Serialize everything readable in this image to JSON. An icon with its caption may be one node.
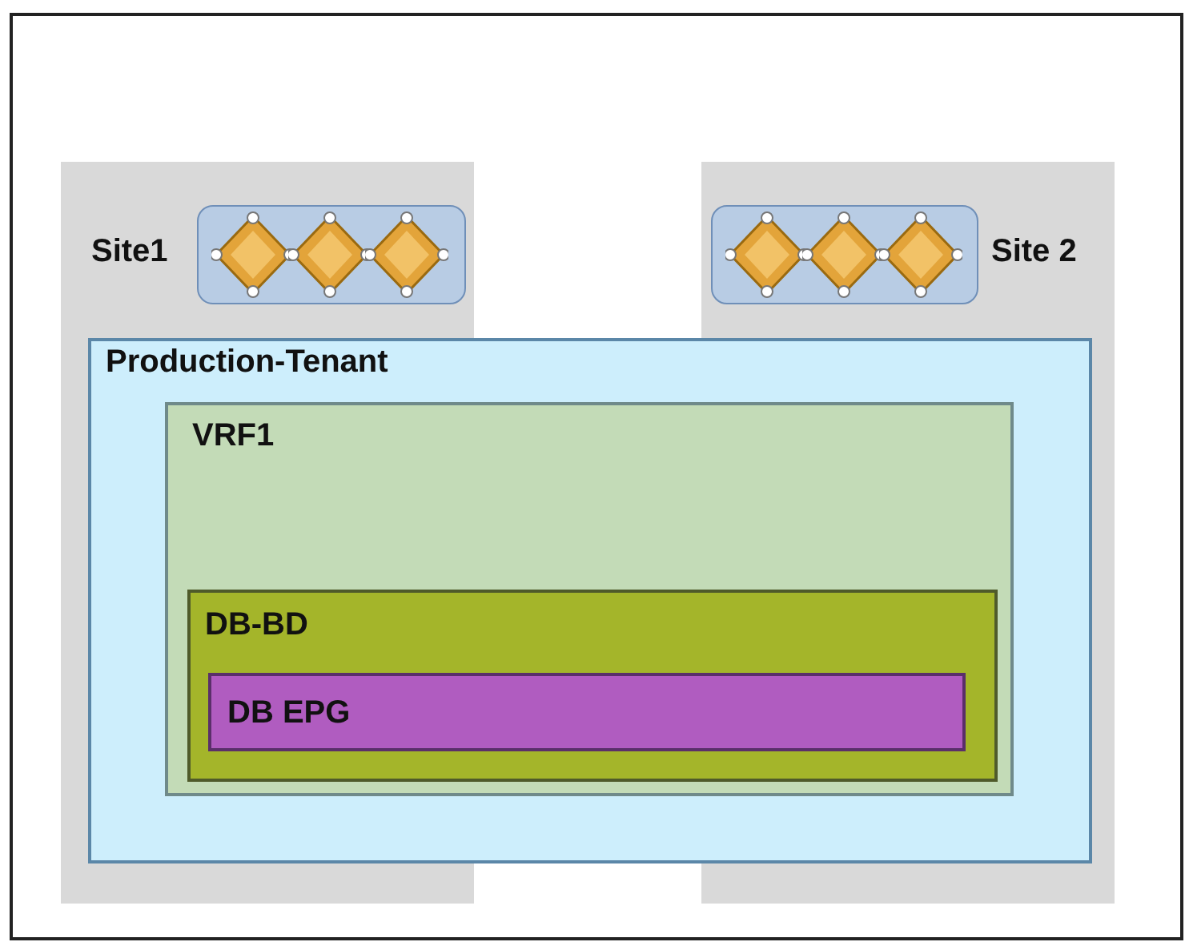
{
  "diagram": {
    "nodes": [
      {
        "text": [
          "Site1"
        ]
      },
      {
        "text": [
          "Site 2"
        ]
      },
      {
        "text": [],
        "shape": "box",
        "in": 0
      },
      {
        "text": [],
        "shape": "box",
        "in": 1
      },
      {
        "text": [
          "Production-Tenant"
        ]
      },
      {
        "text": [
          "VRF1"
        ],
        "in": 4
      },
      {
        "text": [
          "DB-BD"
        ],
        "in": 5
      },
      {
        "text": [
          "DB EPG"
        ],
        "in": 6
      }
    ]
  }
}
